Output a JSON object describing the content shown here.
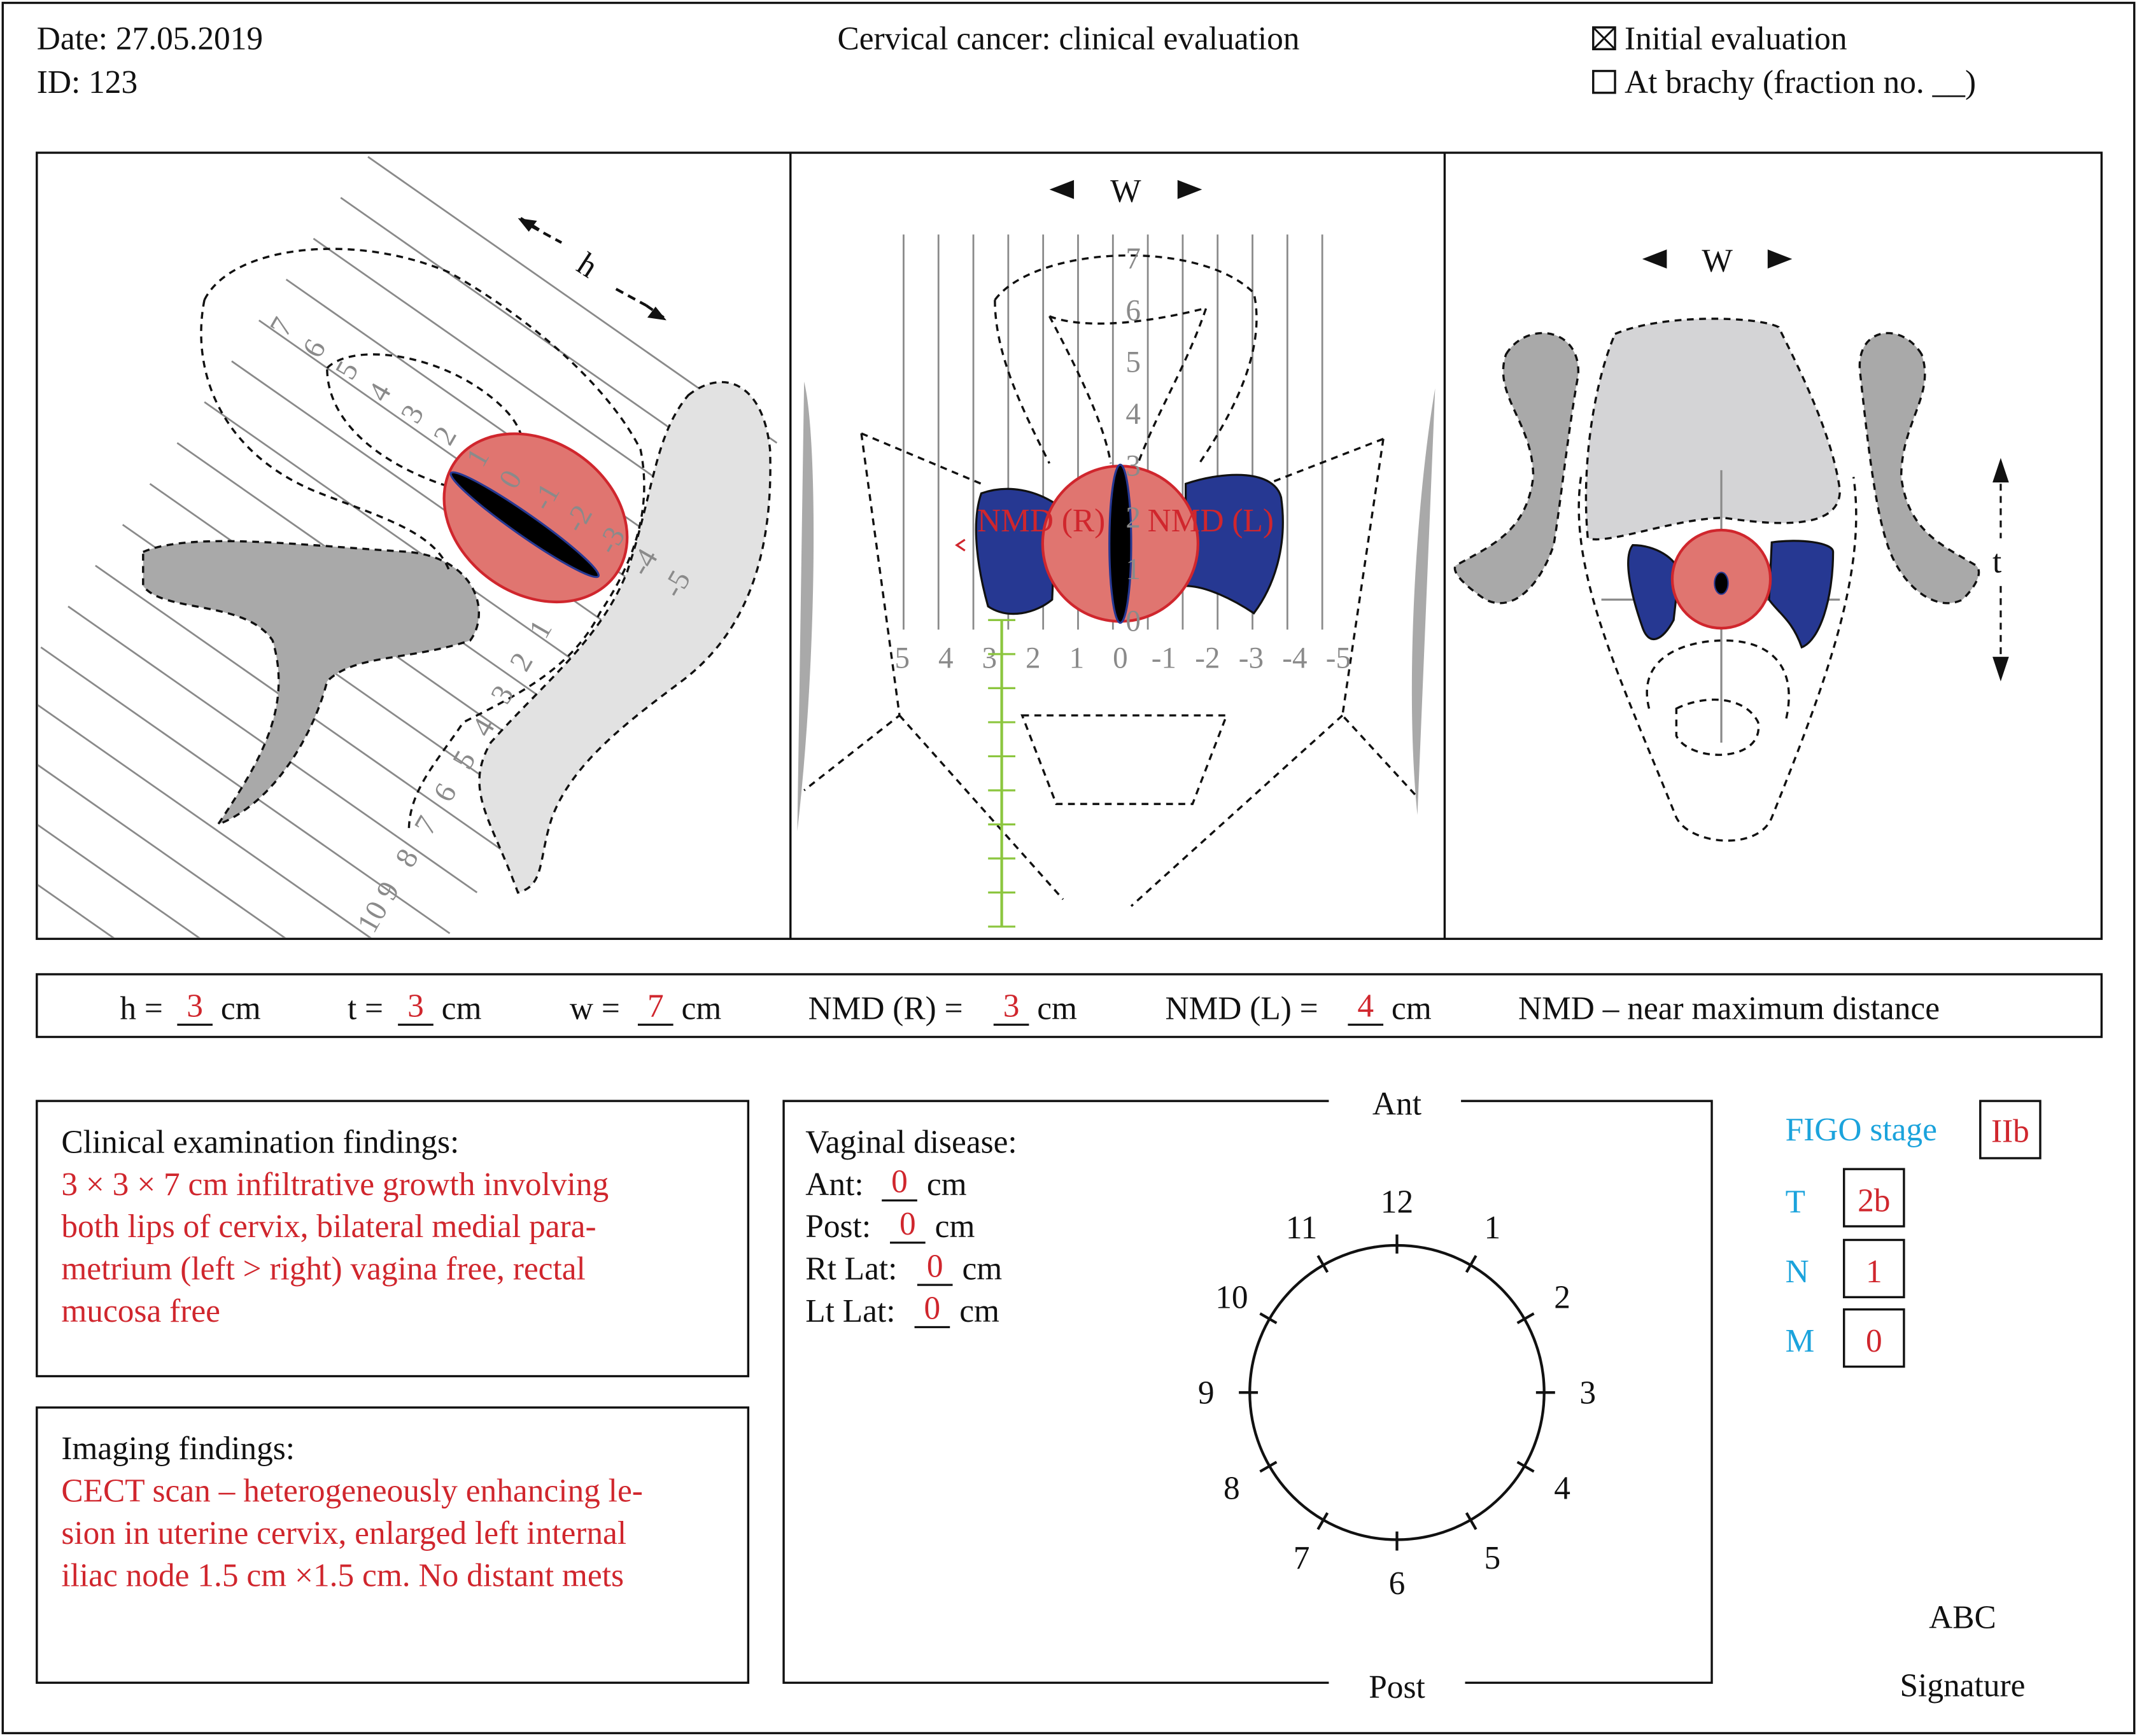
{
  "header": {
    "date": "Date: 27.05.2019",
    "id": "ID: 123",
    "title": "Cervical cancer: clinical evaluation",
    "option_initial": "Initial evaluation",
    "option_initial_checked": true,
    "option_brachy": "At brachy (fraction no. __)",
    "option_brachy_checked": false
  },
  "diagrams": {
    "sagittal": {
      "h_label": "h",
      "scale_upper": [
        "7",
        "6",
        "5",
        "4",
        "3",
        "2",
        "1",
        "0",
        "-1",
        "-2",
        "-3",
        "-4",
        "-5"
      ],
      "scale_lower": [
        "1",
        "2",
        "3",
        "4",
        "5",
        "6",
        "7",
        "8",
        "9",
        "10"
      ]
    },
    "coronal": {
      "w_label": "W",
      "vertical_scale": [
        "7",
        "6",
        "5",
        "4",
        "3",
        "2",
        "1",
        "0"
      ],
      "horizontal_scale": [
        "5",
        "4",
        "3",
        "2",
        "1",
        "0",
        "-1",
        "-2",
        "-3",
        "-4",
        "-5"
      ],
      "nmd_r": "NMD (R)",
      "nmd_l": "NMD (L)"
    },
    "axial": {
      "w_label": "W",
      "t_label": "t"
    }
  },
  "measurements": {
    "h": {
      "label": "h =",
      "value": "3",
      "unit": "cm"
    },
    "t": {
      "label": "t =",
      "value": "3",
      "unit": "cm"
    },
    "w": {
      "label": "w =",
      "value": "7",
      "unit": "cm"
    },
    "nmd_r": {
      "label": "NMD (R) =",
      "value": "3",
      "unit": "cm"
    },
    "nmd_l": {
      "label": "NMD (L) =",
      "value": "4",
      "unit": "cm"
    },
    "legend": "NMD – near maximum distance"
  },
  "clinical": {
    "title": "Clinical examination findings:",
    "lines": [
      "3 × 3 × 7 cm infiltrative growth involving",
      "both lips of cervix, bilateral medial para-",
      "metrium (left > right) vagina free, rectal",
      "mucosa free"
    ]
  },
  "imaging": {
    "title": "Imaging findings:",
    "lines": [
      "CECT scan – heterogeneously enhancing le-",
      "sion in uterine cervix, enlarged left internal",
      "iliac node 1.5 cm ×1.5 cm. No distant mets"
    ]
  },
  "vaginal": {
    "title": "Vaginal disease:",
    "rows": [
      {
        "label": "Ant:",
        "value": "0",
        "unit": "cm"
      },
      {
        "label": "Post:",
        "value": "0",
        "unit": "cm"
      },
      {
        "label": "Rt Lat:",
        "value": "0",
        "unit": "cm"
      },
      {
        "label": "Lt Lat:",
        "value": "0",
        "unit": "cm"
      }
    ],
    "ant": "Ant",
    "post": "Post",
    "clock": [
      "12",
      "1",
      "2",
      "3",
      "4",
      "5",
      "6",
      "7",
      "8",
      "9",
      "10",
      "11"
    ]
  },
  "staging": {
    "figo_label": "FIGO stage",
    "figo_value": "IIb",
    "t_label": "T",
    "t_value": "2b",
    "n_label": "N",
    "n_value": "1",
    "m_label": "M",
    "m_value": "0"
  },
  "signature": {
    "name": "ABC",
    "label": "Signature"
  },
  "colors": {
    "accent_red": "#d0262d",
    "accent_blue": "#1ba3dc",
    "tumor": "#e07570",
    "parametrium": "#263892",
    "ruler": "#8cc63f"
  }
}
